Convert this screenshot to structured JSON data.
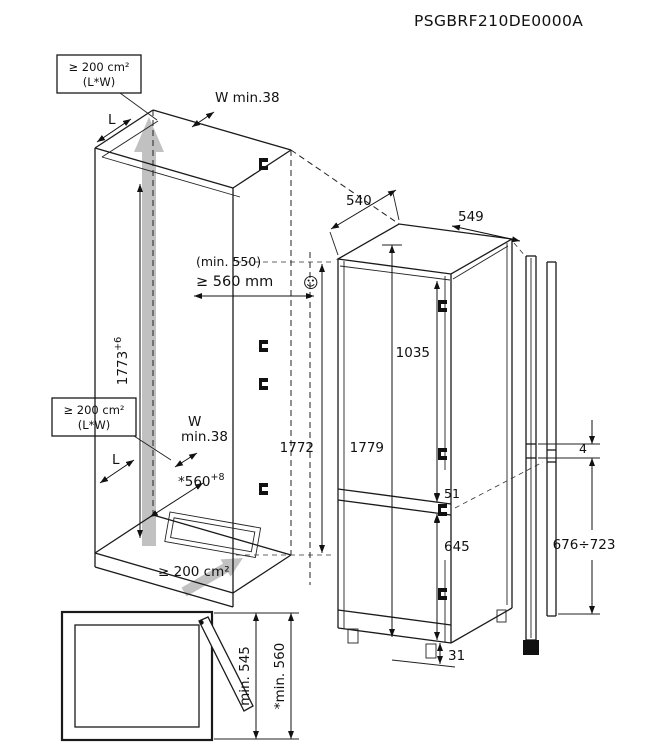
{
  "title": "PSGBRF210DE0000A",
  "ventilation": {
    "top_box_area": "≥ 200 cm²",
    "top_box_note": "(L*W)",
    "side_box_area": "≥ 200 cm²",
    "side_box_note": "(L*W)",
    "floor_area": "≥ 200 cm²"
  },
  "niche": {
    "wall_thickness_top": "W min.38",
    "wall_thickness_mid_l1": "W",
    "wall_thickness_mid_l2": "min.38",
    "length_label_top": "L",
    "length_label_mid": "L",
    "depth_min_note": "(min. 550)",
    "depth_recommended": "≥ 560 mm",
    "smiley": "☺",
    "floor_depth": "*560",
    "floor_depth_tol": "+8",
    "height": "1773",
    "height_tol": "+6",
    "inner_height": "1772"
  },
  "appliance": {
    "total_height": "1779",
    "top_depth": "540",
    "top_width": "549",
    "upper_door": "1035",
    "hinge_gap": "51",
    "lower_door": "645",
    "bottom_gap": "31"
  },
  "door_panel": {
    "gap": "4",
    "lower_panel_range": "676÷723"
  },
  "plan_view": {
    "depth_min": "min. 545",
    "depth_total": "*min. 560"
  }
}
